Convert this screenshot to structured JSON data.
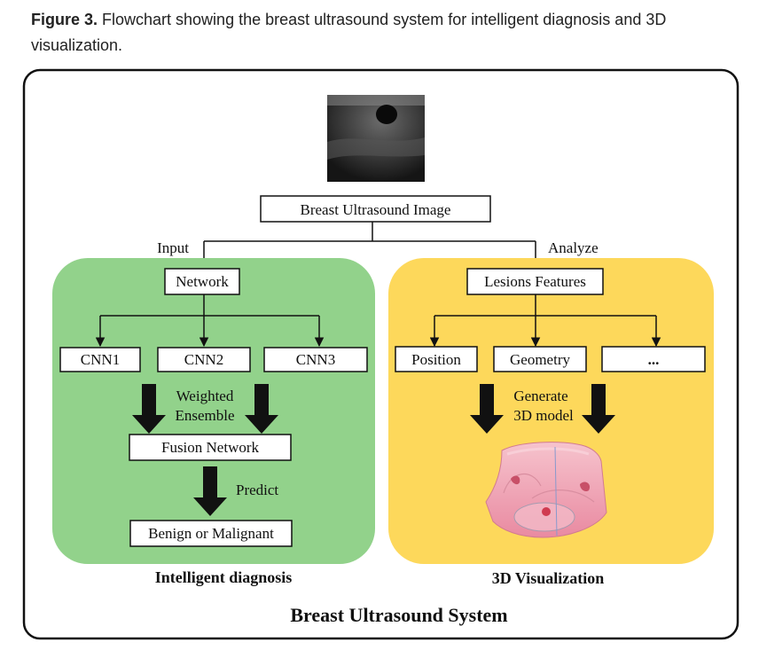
{
  "caption": {
    "label": "Figure 3.",
    "text": " Flowchart showing the breast ultrasound system for intelligent diagnosis and 3D visualization."
  },
  "diagram": {
    "top_node": "Breast Ultrasound Image",
    "input_label": "Input",
    "analyze_label": "Analyze",
    "left_panel": {
      "network": "Network",
      "cnns": [
        "CNN1",
        "CNN2",
        "CNN3"
      ],
      "weighted_line1": "Weighted",
      "weighted_line2": "Ensemble",
      "fusion": "Fusion Network",
      "predict_label": "Predict",
      "result": "Benign or Malignant",
      "title": "Intelligent diagnosis",
      "color": "#92d28b"
    },
    "right_panel": {
      "lesions": "Lesions Features",
      "features": [
        "Position",
        "Geometry",
        "..."
      ],
      "generate_line1": "Generate",
      "generate_line2": "3D model",
      "title": "3D Visualization",
      "color": "#fdd85b"
    },
    "system_title": "Breast Ultrasound System"
  }
}
